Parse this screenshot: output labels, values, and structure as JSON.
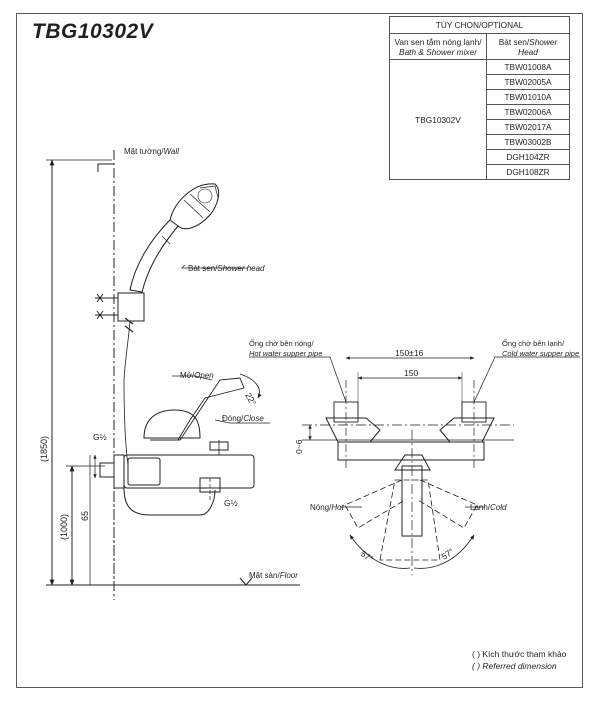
{
  "model": "TBG10302V",
  "optional_table": {
    "header": "TÙY CHỌN/OPTIONAL",
    "col1_vi": "Van sen tắm nóng lạnh/",
    "col1_en": "Bath & Shower mixer",
    "col2_vi": "Bát sen/",
    "col2_en": "Shower Head",
    "mixer": "TBG10302V",
    "shower_heads": [
      "TBW01008A",
      "TBW02005A",
      "TBW01010A",
      "TBW02006A",
      "TBW02017A",
      "TBW03002B",
      "DGH104ZR",
      "DGH108ZR"
    ]
  },
  "labels": {
    "wall_vi": "Mặt tường/",
    "wall_en": "Wall",
    "shower_vi": "Bát sen/",
    "shower_en": "Shower head",
    "open_vi": "Mở/",
    "open_en": "Open",
    "close_vi": "Đóng/",
    "close_en": "Close",
    "floor_vi": "Mặt sàn/",
    "floor_en": "Floor",
    "hot_pipe_vi": "Ống chờ bên nóng/",
    "hot_pipe_en": "Hot water supper pipe",
    "cold_pipe_vi": "Ống chờ bên lạnh/",
    "cold_pipe_en": "Cold water supper pipe",
    "hot_vi": "Nóng/",
    "hot_en": "Hot",
    "cold_vi": "Lạnh/",
    "cold_en": "Cold"
  },
  "dims": {
    "h1850": "(1850)",
    "h1000": "(1000)",
    "h65": "65",
    "g_half_1": "G½",
    "g_half_2": "G½",
    "angle_22": "22°",
    "w150pm": "150±16",
    "w150": "150",
    "d0_6": "0~6",
    "ang57_l": "57°",
    "ang57_r": "57°"
  },
  "note": {
    "vi": "( ) Kích thước tham khảo",
    "en": "( ) Referred dimension"
  }
}
